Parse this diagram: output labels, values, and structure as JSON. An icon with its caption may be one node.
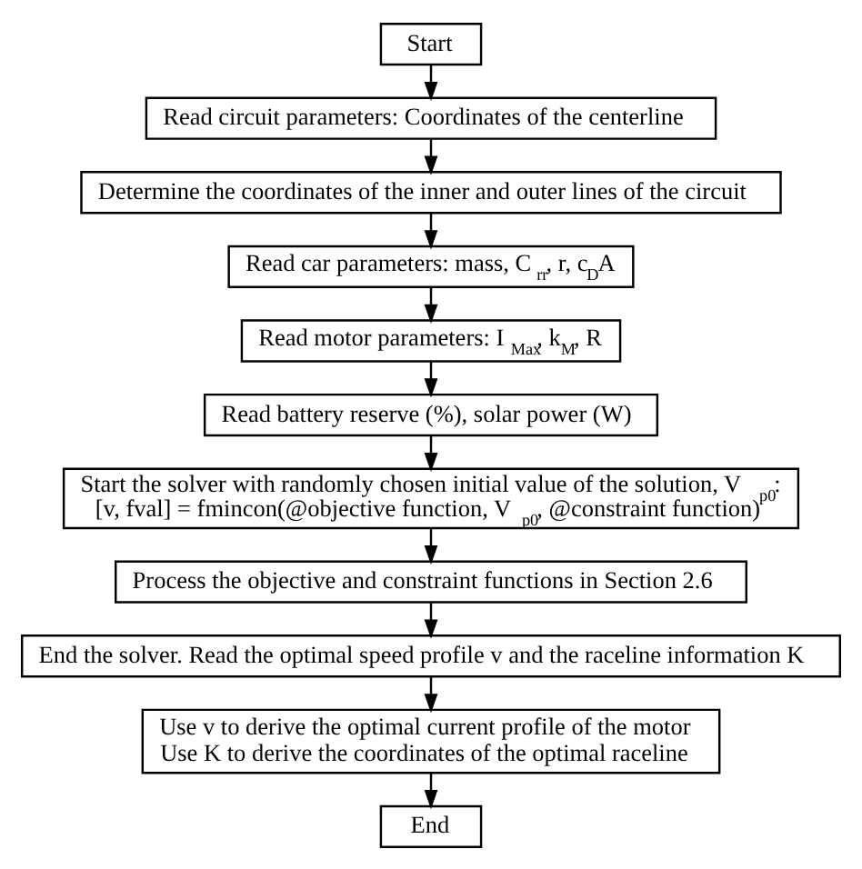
{
  "diagram": {
    "nodes": [
      {
        "text": [
          "Start"
        ]
      },
      {
        "text": [
          "Read circuit parameters: Coordinates of the centerline"
        ]
      },
      {
        "text": [
          "Determine the coordinates of the inner and outer lines of the circuit"
        ]
      },
      {
        "text": [
          "Read car parameters: mass, C$_{rr}$, r, c$_{D}$A"
        ]
      },
      {
        "text": [
          "Read motor parameters: I$_{Max}$, k$_{M}$, R"
        ]
      },
      {
        "text": [
          "Read battery reserve (%), solar power (W)"
        ]
      },
      {
        "text": [
          "Start the solver with randomly chosen initial value of the solution, V$_{p0}$:",
          "[v, fval] = fmincon(@objective function, V$_{p0}$, @constraint function)"
        ]
      },
      {
        "text": [
          "Process the objective and constraint functions in Section 2.6"
        ]
      },
      {
        "text": [
          "End the solver. Read the optimal speed profile v and the raceline information K"
        ]
      },
      {
        "text": [
          "Use v to derive the optimal current profile of the motor",
          "Use K to derive the coordinates of the optimal raceline"
        ]
      },
      {
        "text": [
          "End"
        ]
      }
    ],
    "edges": [
      {
        "from": 0,
        "to": 1,
        "arrow": "to"
      },
      {
        "from": 1,
        "to": 2,
        "arrow": "to"
      },
      {
        "from": 2,
        "to": 3,
        "arrow": "to"
      },
      {
        "from": 3,
        "to": 4,
        "arrow": "to"
      },
      {
        "from": 4,
        "to": 5,
        "arrow": "to"
      },
      {
        "from": 5,
        "to": 6,
        "arrow": "to"
      },
      {
        "from": 6,
        "to": 7,
        "arrow": "to"
      },
      {
        "from": 7,
        "to": 8,
        "arrow": "to"
      },
      {
        "from": 8,
        "to": 9,
        "arrow": "to"
      },
      {
        "from": 9,
        "to": 10,
        "arrow": "to"
      }
    ]
  }
}
